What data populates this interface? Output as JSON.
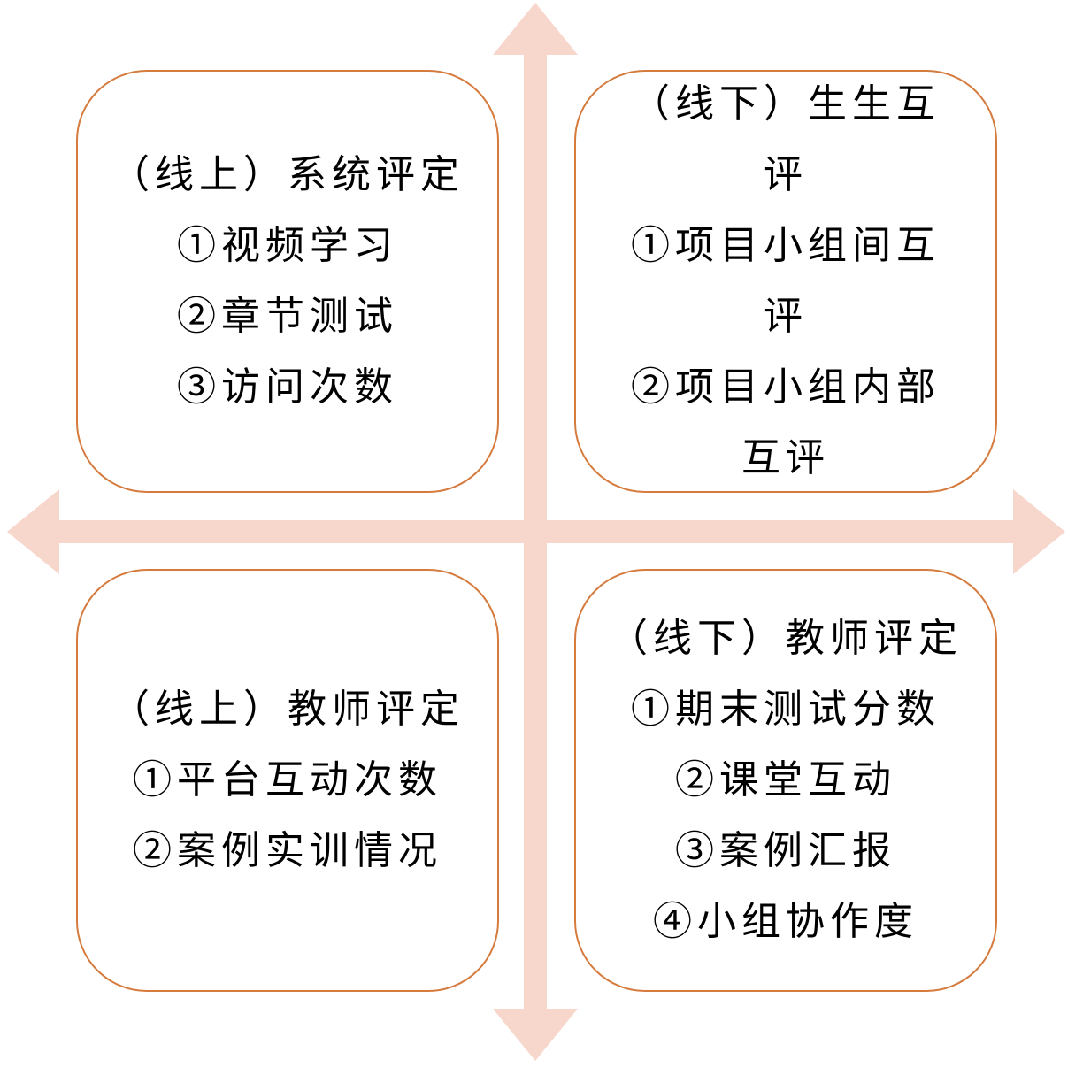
{
  "axis_color": "#f7d6cb",
  "border_color": "#d57b3e",
  "quadrants": [
    {
      "id": "top-left",
      "title": "（线上）系统评定",
      "items": [
        "①视频学习",
        "②章节测试",
        "③访问次数"
      ]
    },
    {
      "id": "top-right",
      "title": "（线下）生生互评",
      "items": [
        "①项目小组间互评",
        "②项目小组内部互评"
      ]
    },
    {
      "id": "bottom-left",
      "title": "（线上）教师评定",
      "items": [
        "①平台互动次数",
        "②案例实训情况"
      ]
    },
    {
      "id": "bottom-right",
      "title": "（线下）教师评定",
      "items": [
        "①期末测试分数",
        "②课堂互动",
        "③案例汇报",
        "④小组协作度"
      ]
    }
  ]
}
